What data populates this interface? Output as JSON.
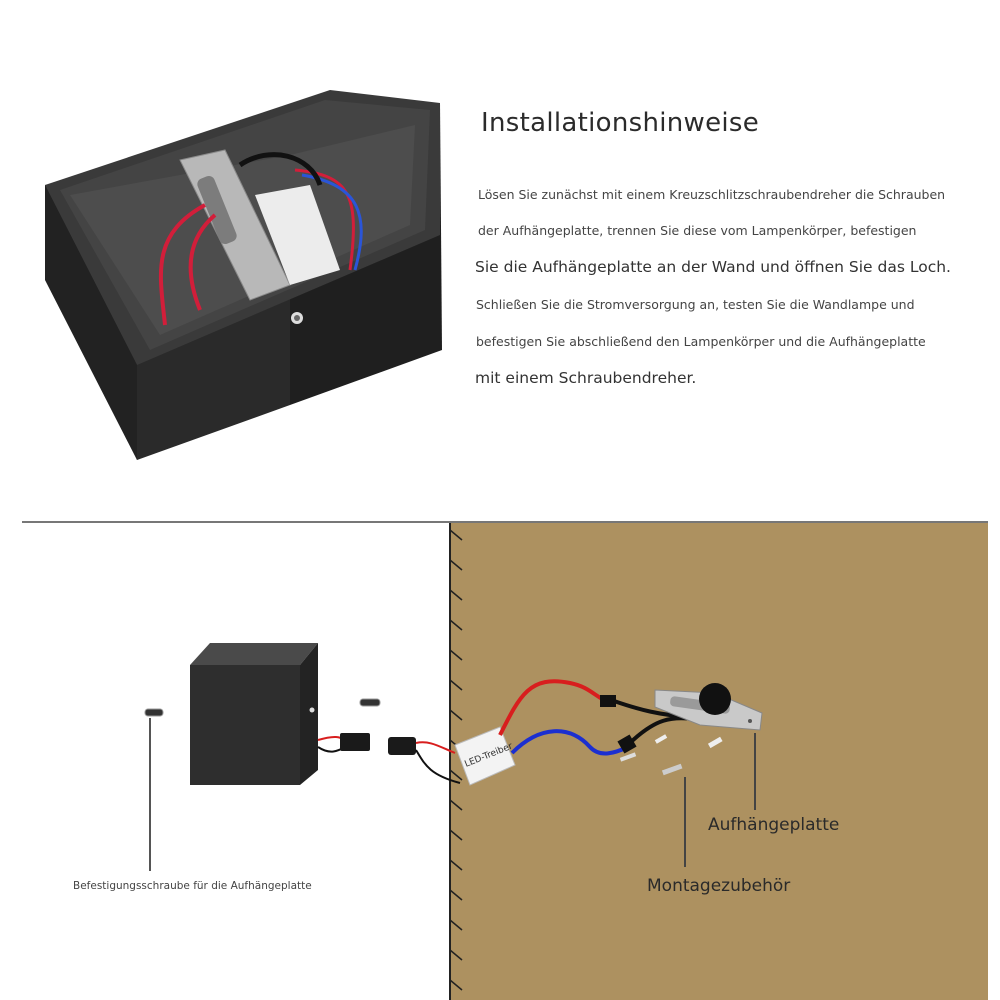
{
  "title": "Installationshinweise",
  "instructions": [
    {
      "text": "Lösen Sie zunächst mit einem Kreuzschlitzschraubendreher die Schrauben",
      "size": "small"
    },
    {
      "text": "der Aufhängeplatte, trennen Sie diese vom Lampenkörper, befestigen",
      "size": "small"
    },
    {
      "text": "Sie die Aufhängeplatte an der Wand und öffnen Sie das Loch.",
      "size": "large"
    },
    {
      "text": "Schließen Sie die Stromversorgung an, testen Sie die Wandlampe und",
      "size": "small"
    },
    {
      "text": "befestigen Sie abschließend den Lampenkörper und die Aufhängeplatte",
      "size": "small"
    },
    {
      "text": "mit einem Schraubendreher.",
      "size": "large"
    }
  ],
  "diagram": {
    "driver_label": "LED-Treiber",
    "labels": {
      "screw": "Befestigungsschraube für die Aufhängeplatte",
      "mounting": "Montagezubehör",
      "plate": "Aufhängeplatte"
    }
  },
  "colors": {
    "wall": "#ad9160",
    "lamp_body": "#2e2e2e",
    "wire_red": "#d81e1e",
    "wire_blue": "#1c2fd0"
  }
}
